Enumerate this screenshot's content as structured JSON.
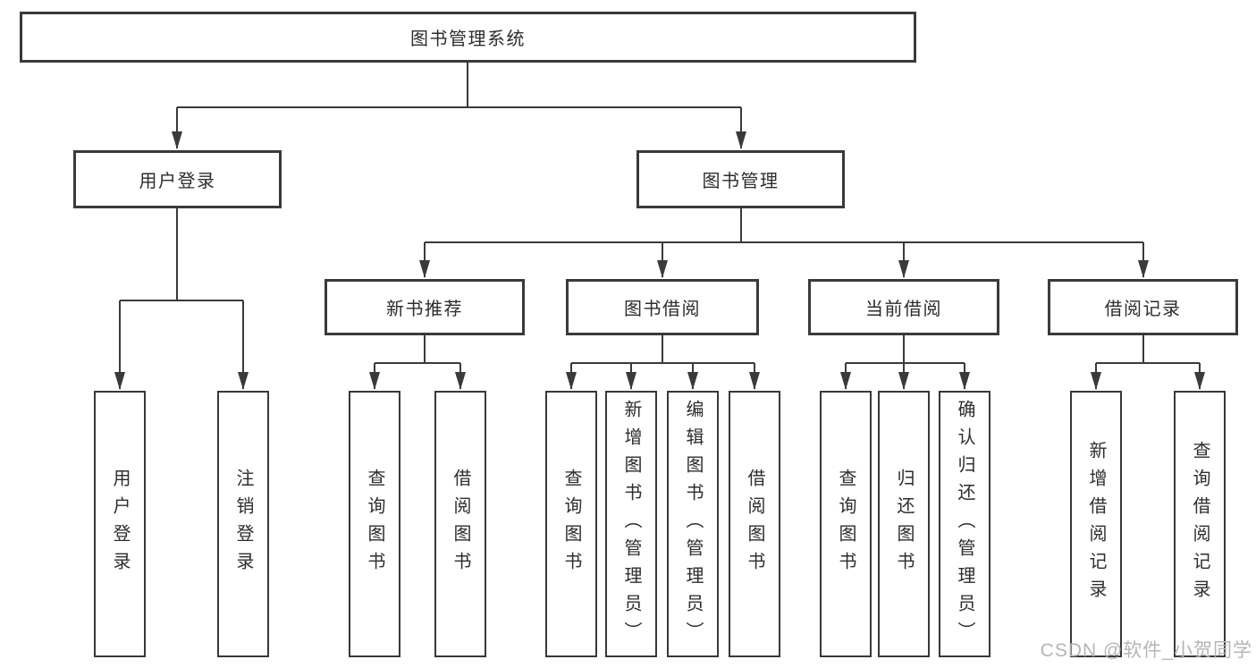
{
  "tree": {
    "label": "图书管理系统",
    "children": [
      {
        "label": "用户登录",
        "children": [
          {
            "label": "用户登录"
          },
          {
            "label": "注销登录"
          }
        ]
      },
      {
        "label": "图书管理",
        "children": [
          {
            "label": "新书推荐",
            "children": [
              {
                "label": "查询图书"
              },
              {
                "label": "借阅图书"
              }
            ]
          },
          {
            "label": "图书借阅",
            "children": [
              {
                "label": "查询图书"
              },
              {
                "label": "新增图书（管理员）"
              },
              {
                "label": "编辑图书（管理员）"
              },
              {
                "label": "借阅图书"
              }
            ]
          },
          {
            "label": "当前借阅",
            "children": [
              {
                "label": "查询图书"
              },
              {
                "label": "归还图书"
              },
              {
                "label": "确认归还（管理员）"
              }
            ]
          },
          {
            "label": "借阅记录",
            "children": [
              {
                "label": "新增借阅记录"
              },
              {
                "label": "查询借阅记录"
              }
            ]
          }
        ]
      }
    ]
  },
  "watermark": {
    "text": "CSDN @软件_小贺同学"
  },
  "colors": {
    "line": "#3a3a3a",
    "box_border": "#383838",
    "text": "#2d2d2d",
    "watermark": "#b5b5b5",
    "background": "#ffffff"
  }
}
